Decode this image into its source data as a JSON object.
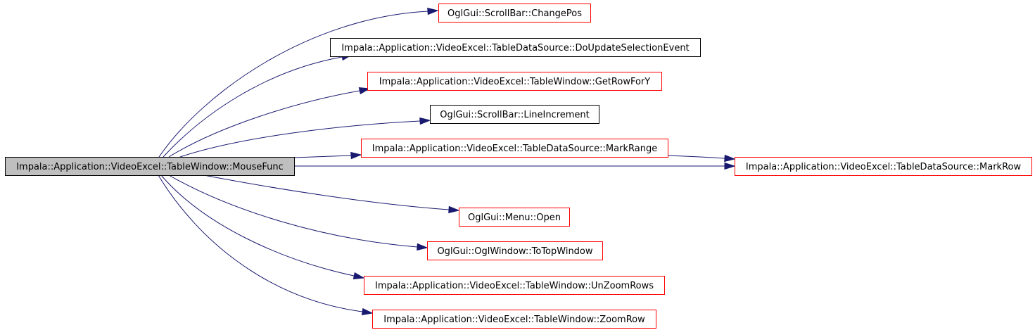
{
  "colors": {
    "root_fill": "#bfbfbf",
    "root_border": "#000000",
    "linked_border": "#ff0000",
    "plain_border": "#000000",
    "edge": "#191970"
  },
  "nodes": [
    {
      "id": "root",
      "label": "Impala::Application::VideoExcel::TableWindow::MouseFunc",
      "style": "root"
    },
    {
      "id": "changepos",
      "label": "OglGui::ScrollBar::ChangePos",
      "style": "linked"
    },
    {
      "id": "doupdate",
      "label": "Impala::Application::VideoExcel::TableDataSource::DoUpdateSelectionEvent",
      "style": "plain"
    },
    {
      "id": "getrowfory",
      "label": "Impala::Application::VideoExcel::TableWindow::GetRowForY",
      "style": "linked"
    },
    {
      "id": "lineinc",
      "label": "OglGui::ScrollBar::LineIncrement",
      "style": "plain"
    },
    {
      "id": "markrange",
      "label": "Impala::Application::VideoExcel::TableDataSource::MarkRange",
      "style": "linked"
    },
    {
      "id": "markrow",
      "label": "Impala::Application::VideoExcel::TableDataSource::MarkRow",
      "style": "linked"
    },
    {
      "id": "open",
      "label": "OglGui::Menu::Open",
      "style": "linked"
    },
    {
      "id": "totop",
      "label": "OglGui::OglWindow::ToTopWindow",
      "style": "linked"
    },
    {
      "id": "unzoom",
      "label": "Impala::Application::VideoExcel::TableWindow::UnZoomRows",
      "style": "linked"
    },
    {
      "id": "zoomrow",
      "label": "Impala::Application::VideoExcel::TableWindow::ZoomRow",
      "style": "linked"
    }
  ],
  "edges": [
    {
      "from": "root",
      "to": "changepos"
    },
    {
      "from": "root",
      "to": "doupdate"
    },
    {
      "from": "root",
      "to": "getrowfory"
    },
    {
      "from": "root",
      "to": "lineinc"
    },
    {
      "from": "root",
      "to": "markrange"
    },
    {
      "from": "root",
      "to": "markrow"
    },
    {
      "from": "markrange",
      "to": "markrow"
    },
    {
      "from": "root",
      "to": "open"
    },
    {
      "from": "root",
      "to": "totop"
    },
    {
      "from": "root",
      "to": "unzoom"
    },
    {
      "from": "root",
      "to": "zoomrow"
    }
  ]
}
